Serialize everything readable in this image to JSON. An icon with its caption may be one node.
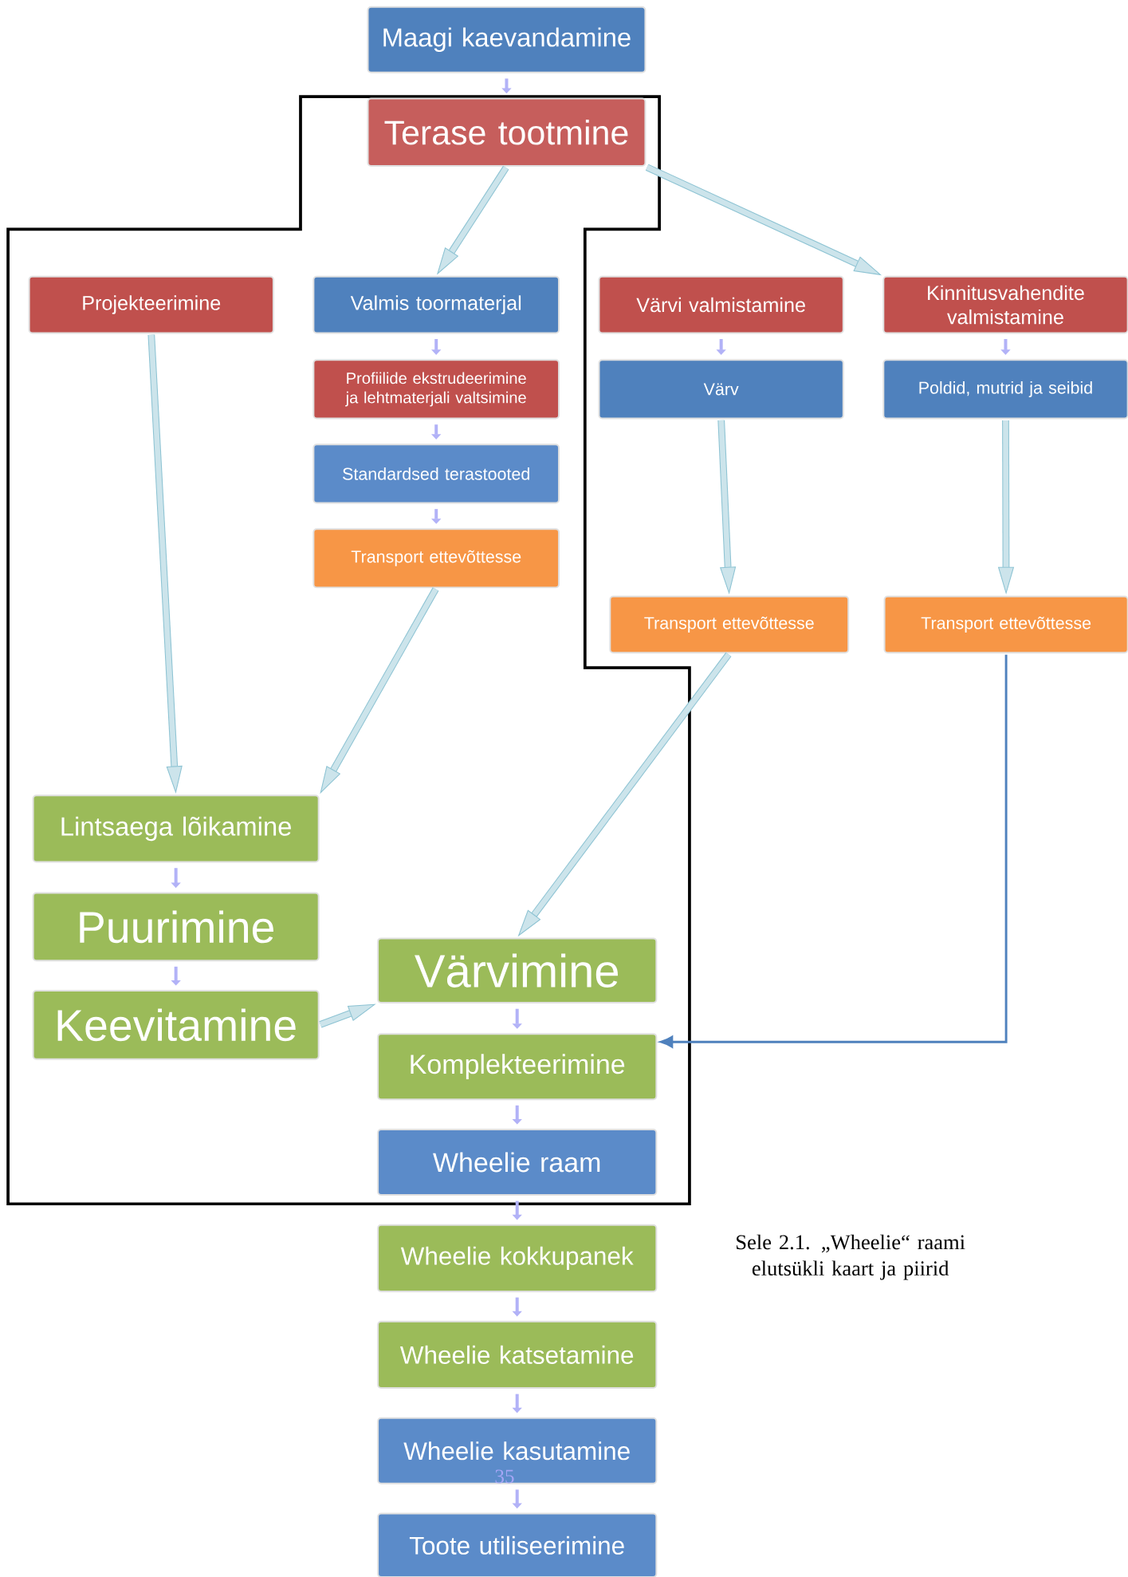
{
  "diagram": {
    "caption": "Sele 2.1. „Wheelie“ raami elutsükli kaart ja piirid",
    "nodes": [
      {
        "text": [
          "Maagi kaevandamine"
        ]
      },
      {
        "text": [
          "Terase tootmine"
        ]
      },
      {
        "text": [
          "Projekteerimine"
        ]
      },
      {
        "text": [
          "Valmis toormaterjal"
        ]
      },
      {
        "text": [
          "Värvi valmistamine"
        ]
      },
      {
        "text": [
          "Kinnitusvahendite valmistamine"
        ]
      },
      {
        "text": [
          "Profiilide ekstrudeerimine ja lehtmaterjali valtsimine"
        ]
      },
      {
        "text": [
          "Standardsed terastooted"
        ]
      },
      {
        "text": [
          "Transport ettevõttesse"
        ]
      },
      {
        "text": [
          "Värv"
        ]
      },
      {
        "text": [
          "Poldid, mutrid ja seibid"
        ]
      },
      {
        "text": [
          "Transport ettevõttesse"
        ]
      },
      {
        "text": [
          "Transport ettevõttesse"
        ]
      },
      {
        "text": [
          "Lintsaega lõikamine"
        ]
      },
      {
        "text": [
          "Puurimine"
        ]
      },
      {
        "text": [
          "Keevitamine"
        ]
      },
      {
        "text": [
          "Värvimine"
        ]
      },
      {
        "text": [
          "Komplekteerimine"
        ]
      },
      {
        "text": [
          "Wheelie raam"
        ]
      },
      {
        "text": [
          "Wheelie kokkupanek"
        ]
      },
      {
        "text": [
          "Wheelie katsetamine"
        ]
      },
      {
        "text": [
          "Wheelie kasutamine"
        ]
      },
      {
        "text": [
          "Toote utiliseerimine"
        ]
      }
    ],
    "edges": [
      {
        "from": 0,
        "to": 1,
        "arrow": "to"
      },
      {
        "from": 1,
        "to": 3,
        "arrow": "to",
        "style": "thick",
        "color": "#8dc3d3"
      },
      {
        "from": 1,
        "to": 5,
        "arrow": "to",
        "style": "thick",
        "color": "#8dc3d3"
      },
      {
        "from": 3,
        "to": 6,
        "arrow": "to"
      },
      {
        "from": 6,
        "to": 7,
        "arrow": "to"
      },
      {
        "from": 7,
        "to": 8,
        "arrow": "to"
      },
      {
        "from": 4,
        "to": 9,
        "arrow": "to"
      },
      {
        "from": 5,
        "to": 10,
        "arrow": "to"
      },
      {
        "from": 2,
        "to": 13,
        "arrow": "to",
        "style": "thick",
        "color": "#8dc3d3"
      },
      {
        "from": 9,
        "to": 11,
        "arrow": "to",
        "style": "thick",
        "color": "#8dc3d3"
      },
      {
        "from": 10,
        "to": 12,
        "arrow": "to",
        "style": "thick",
        "color": "#8dc3d3"
      },
      {
        "from": 8,
        "to": 13,
        "arrow": "to",
        "style": "thick",
        "color": "#8dc3d3"
      },
      {
        "from": 11,
        "to": 16,
        "arrow": "to",
        "style": "thick",
        "color": "#8dc3d3"
      },
      {
        "from": 12,
        "to": 17,
        "arrow": "to",
        "color": "#4f81bd"
      },
      {
        "from": 13,
        "to": 14,
        "arrow": "to"
      },
      {
        "from": 14,
        "to": 15,
        "arrow": "to"
      },
      {
        "from": 15,
        "to": 16,
        "arrow": "to",
        "style": "thick",
        "color": "#8dc3d3"
      },
      {
        "from": 16,
        "to": 17,
        "arrow": "to"
      },
      {
        "from": 17,
        "to": 18,
        "arrow": "to"
      },
      {
        "from": 18,
        "to": 19,
        "arrow": "to"
      },
      {
        "from": 19,
        "to": 20,
        "arrow": "to"
      },
      {
        "from": 20,
        "to": 21,
        "arrow": "to"
      },
      {
        "from": 21,
        "to": 22,
        "arrow": "to"
      }
    ],
    "labels": [
      "35"
    ]
  }
}
